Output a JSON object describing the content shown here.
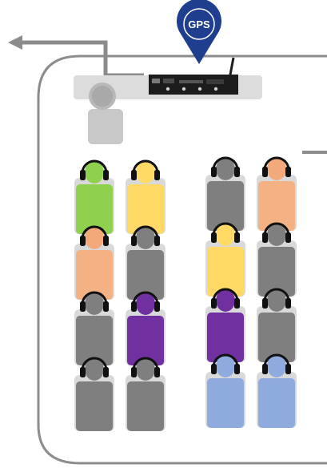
{
  "gps_pin": {
    "label": "GPS",
    "color": "#1f3e8f"
  },
  "colors": {
    "bus_outline": "#8c8c8c",
    "arrow": "#8c8c8c",
    "front_panel": "#dcdcdc",
    "device_body": "#1c1c1c",
    "driver": "#c8c8c8",
    "seat": "#d9d9d9",
    "headphone": "#111111",
    "skin": "#f3a97a",
    "green": "#8fd14f",
    "yellow": "#ffd966",
    "orange": "#f4b183",
    "grey": "#7f7f7f",
    "purple": "#7030a0",
    "blue": "#8faadc"
  },
  "seating": {
    "left_block": [
      [
        "green",
        "yellow"
      ],
      [
        "orange",
        "grey"
      ],
      [
        "grey",
        "purple"
      ],
      [
        "grey",
        "grey"
      ]
    ],
    "right_block": [
      [
        "grey",
        "orange"
      ],
      [
        "yellow",
        "grey"
      ],
      [
        "purple",
        "grey"
      ],
      [
        "blue",
        "blue"
      ]
    ]
  }
}
